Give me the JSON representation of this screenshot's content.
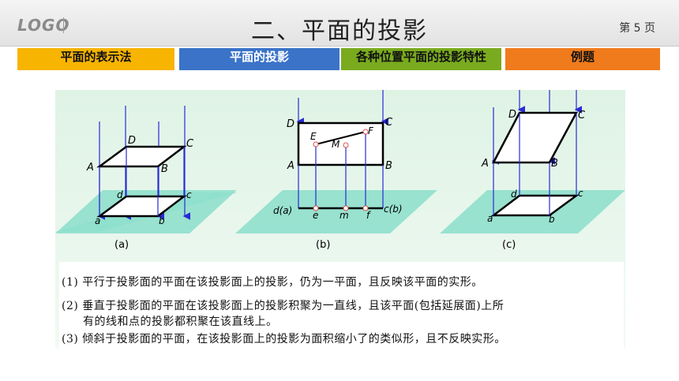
{
  "header": {
    "logo": "LOGO",
    "title": "二、平面的投影",
    "page": "第 5 页"
  },
  "tabs": [
    {
      "label": "平面的表示法",
      "color": "#f7b400"
    },
    {
      "label": "平面的投影",
      "color": "#3a73c8"
    },
    {
      "label": "各种位置平面的投影特性",
      "color": "#7aab1e"
    },
    {
      "label": "例题",
      "color": "#f07b1c"
    }
  ],
  "figure": {
    "a": {
      "caption": "(a)",
      "upper": [
        "A",
        "B",
        "C",
        "D"
      ],
      "lower": [
        "a",
        "b",
        "c",
        "d"
      ]
    },
    "b": {
      "caption": "(b)",
      "upper": [
        "A",
        "B",
        "C",
        "D",
        "E",
        "F",
        "M"
      ],
      "lower": [
        "d(a)",
        "e",
        "m",
        "f",
        "c(b)"
      ]
    },
    "c": {
      "caption": "(c)",
      "upper": [
        "A",
        "B",
        "C",
        "D"
      ],
      "lower": [
        "a",
        "b",
        "c",
        "d"
      ]
    },
    "colors": {
      "projector": "#2a2ad6",
      "plane": "#7fdcc4",
      "outline": "#000000",
      "point": "#d9534f"
    }
  },
  "notes": [
    "(1) 平行于投影面的平面在该投影面上的投影，仍为一平面，且反映该平面的实形。",
    "(2) 垂直于投影面的平面在该投影面上的投影积聚为一直线，且该平面(包括延展面)上所",
    "有的线和点的投影都积聚在该直线上。",
    "(3) 倾斜于投影面的平面，在该投影面上的投影为面积缩小了的类似形，且不反映实形。"
  ]
}
